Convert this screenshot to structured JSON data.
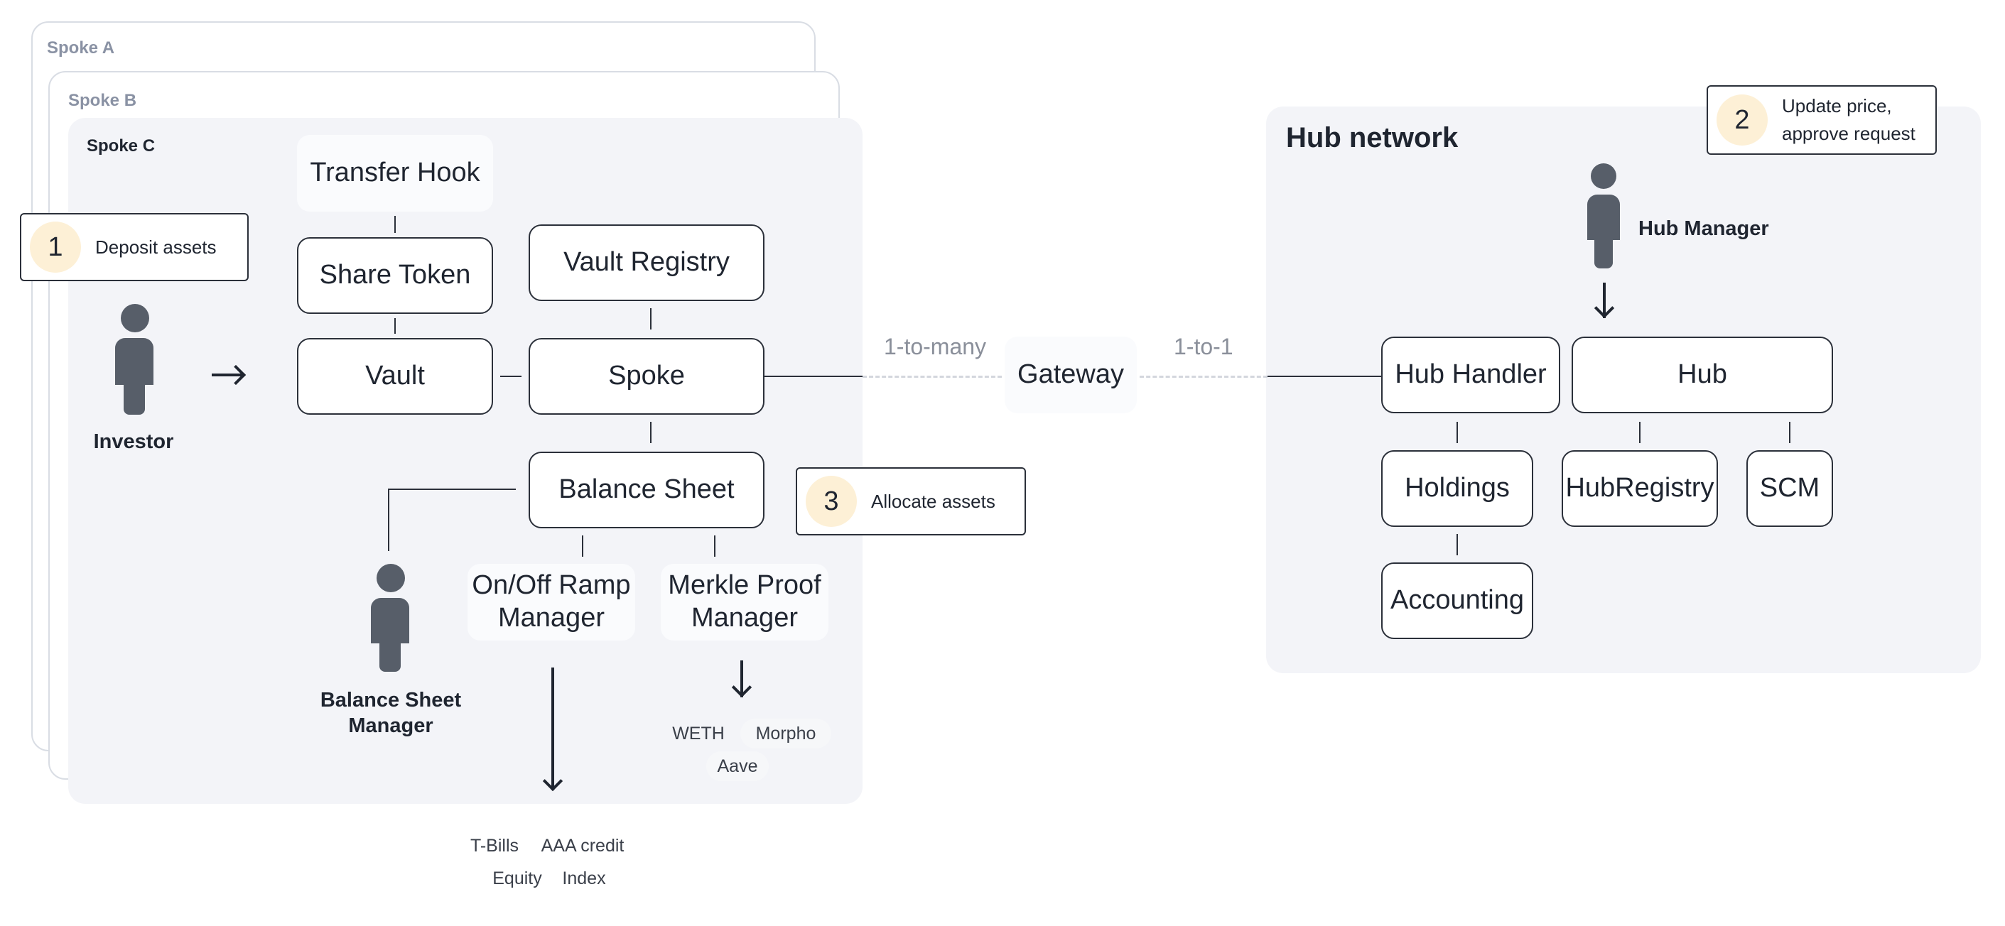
{
  "spokes": {
    "a": "Spoke A",
    "b": "Spoke B",
    "c": "Spoke C"
  },
  "hub_network": {
    "title": "Hub network"
  },
  "steps": [
    {
      "number": "1",
      "label": "Deposit assets"
    },
    {
      "number": "2",
      "label_line1": "Update price,",
      "label_line2": "approve request"
    },
    {
      "number": "3",
      "label": "Allocate assets"
    }
  ],
  "roles": {
    "investor": "Investor",
    "hub_manager": "Hub Manager",
    "balance_sheet_manager_line1": "Balance Sheet",
    "balance_sheet_manager_line2": "Manager"
  },
  "components": {
    "transfer_hook": "Transfer Hook",
    "share_token": "Share Token",
    "vault_registry": "Vault Registry",
    "vault": "Vault",
    "spoke": "Spoke",
    "balance_sheet": "Balance Sheet",
    "onoff_ramp_line1": "On/Off Ramp",
    "onoff_ramp_line2": "Manager",
    "merkle_line1": "Merkle Proof",
    "merkle_line2": "Manager",
    "gateway": "Gateway",
    "hub_handler": "Hub Handler",
    "hub": "Hub",
    "holdings": "Holdings",
    "hub_registry": "HubRegistry",
    "scm": "SCM",
    "accounting": "Accounting"
  },
  "edges": {
    "one_to_many": "1-to-many",
    "one_to_one": "1-to-1"
  },
  "merkle_assets": [
    "WETH",
    "Morpho",
    "Aave"
  ],
  "ramp_assets": [
    "T-Bills",
    "AAA credit",
    "Equity",
    "Index"
  ]
}
